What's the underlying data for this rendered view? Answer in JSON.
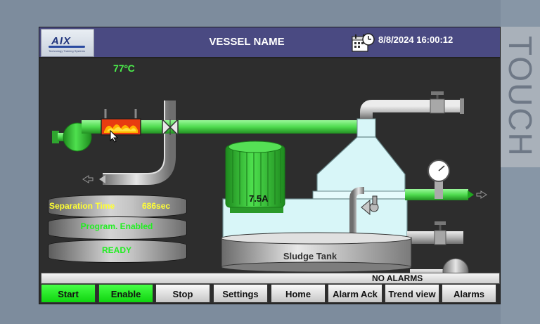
{
  "bezel": {
    "touch_label": "TOUCH"
  },
  "header": {
    "logo_text": "AIX",
    "logo_tagline": "Technology Training Systems",
    "vessel_name": "VESSEL NAME",
    "datetime": "8/8/2024 16:00:12"
  },
  "process": {
    "temperature": "77ºC",
    "motor_current": "7.5A",
    "sludge_tank_label": "Sludge Tank"
  },
  "status": {
    "separation_time_label": "Separation Time",
    "separation_time_value": "686sec",
    "program_state": "Program. Enabled",
    "ready_state": "READY"
  },
  "alarm_bar": {
    "text": "NO ALARMS"
  },
  "buttons": {
    "start": "Start",
    "enable": "Enable",
    "stop": "Stop",
    "settings": "Settings",
    "home": "Home",
    "alarm_ack": "Alarm Ack",
    "trend_view": "Trend view",
    "alarms": "Alarms"
  },
  "colors": {
    "header_bg": "#4a4a82",
    "pipe_green": "#5fe85f",
    "active_button": "#22ee22",
    "separator_body": "#d8f6f8",
    "motor_green": "#35c835",
    "status_yellow": "#ffff33"
  },
  "icons": {
    "calendar": "calendar-clock-icon",
    "heater": "heater-icon",
    "valve": "butterfly-valve-icon",
    "gauge": "pressure-gauge-icon",
    "pump": "pump-icon",
    "cursor": "mouse-pointer-icon"
  }
}
